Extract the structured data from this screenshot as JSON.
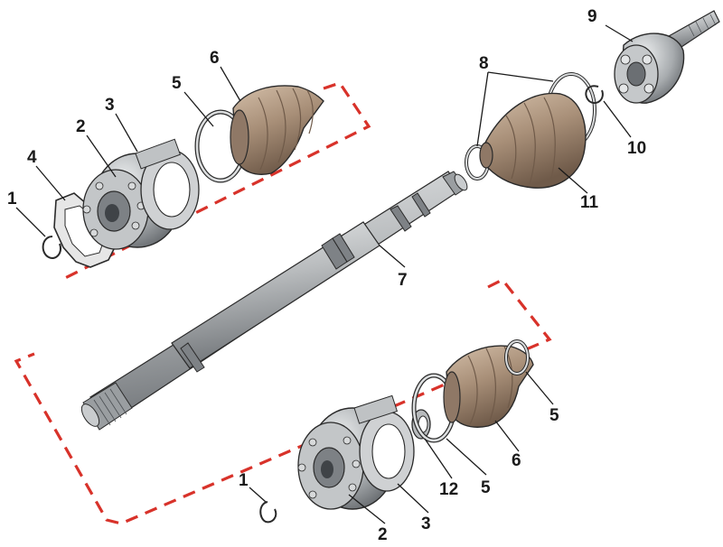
{
  "colors": {
    "background": "#ffffff",
    "steel": "#b9bcbe",
    "steel_dark": "#6e7276",
    "boot": "#a88f78",
    "boot_dark": "#6f5a49",
    "outline": "#2a2a2a",
    "dashed_frame": "#d8322a"
  },
  "callouts": {
    "c1_top": "1",
    "c2_top": "2",
    "c3_top": "3",
    "c4": "4",
    "c5_top": "5",
    "c6_top": "6",
    "c7": "7",
    "c8": "8",
    "c9": "9",
    "c10": "10",
    "c11": "11",
    "c1_bottom": "1",
    "c2_bottom": "2",
    "c3_bottom": "3",
    "c5_bottom_mid": "5",
    "c5_bottom_right": "5",
    "c6_bottom": "6",
    "c12": "12"
  }
}
